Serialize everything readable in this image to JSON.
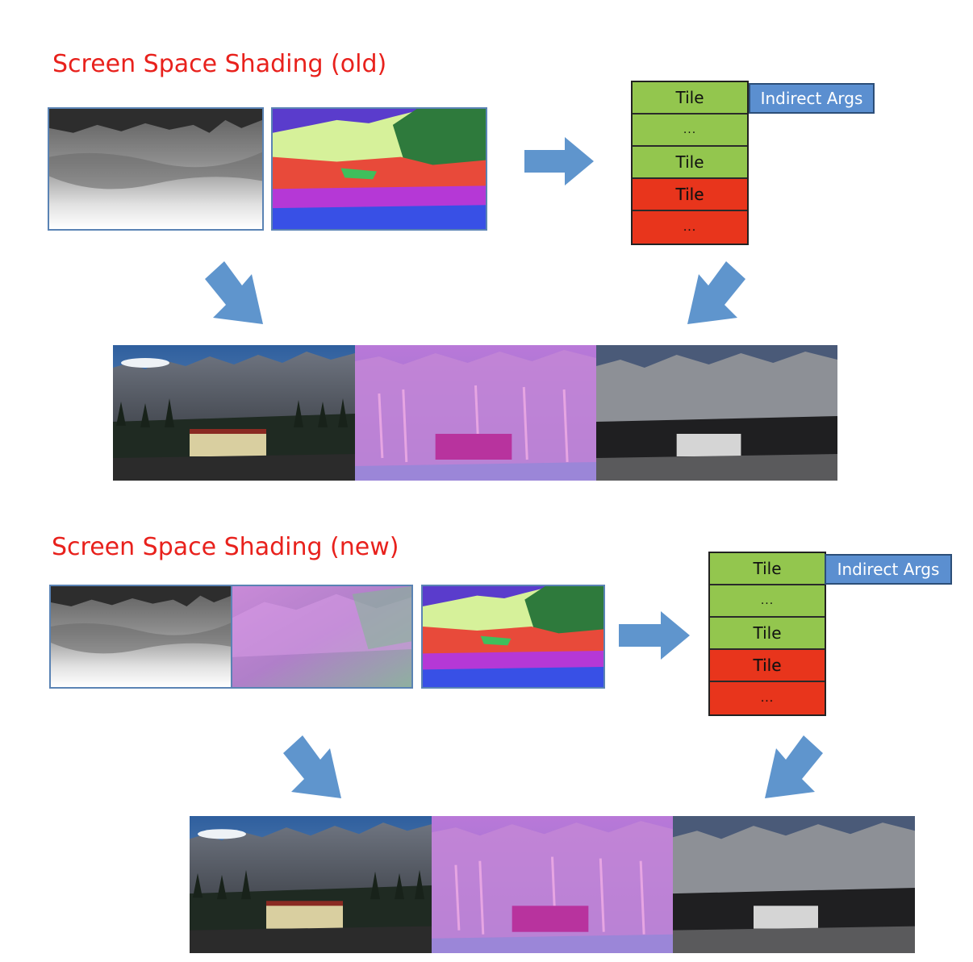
{
  "colors": {
    "title_red": "#e8211c",
    "tile_green": "#93c64e",
    "tile_red": "#e8351c",
    "args_blue": "#5b8fd0",
    "arrow_blue": "#5f95cd"
  },
  "sections": [
    {
      "title": "Screen Space Shading (old)",
      "tiles": [
        {
          "label": "Tile",
          "state": "green"
        },
        {
          "label": "...",
          "state": "green"
        },
        {
          "label": "Tile",
          "state": "green"
        },
        {
          "label": "Tile",
          "state": "red"
        },
        {
          "label": "...",
          "state": "red"
        }
      ],
      "args_label": "Indirect Args"
    },
    {
      "title": "Screen Space Shading (new)",
      "tiles": [
        {
          "label": "Tile",
          "state": "green"
        },
        {
          "label": "...",
          "state": "green"
        },
        {
          "label": "Tile",
          "state": "green"
        },
        {
          "label": "Tile",
          "state": "red"
        },
        {
          "label": "...",
          "state": "red"
        }
      ],
      "args_label": "Indirect Args"
    }
  ]
}
